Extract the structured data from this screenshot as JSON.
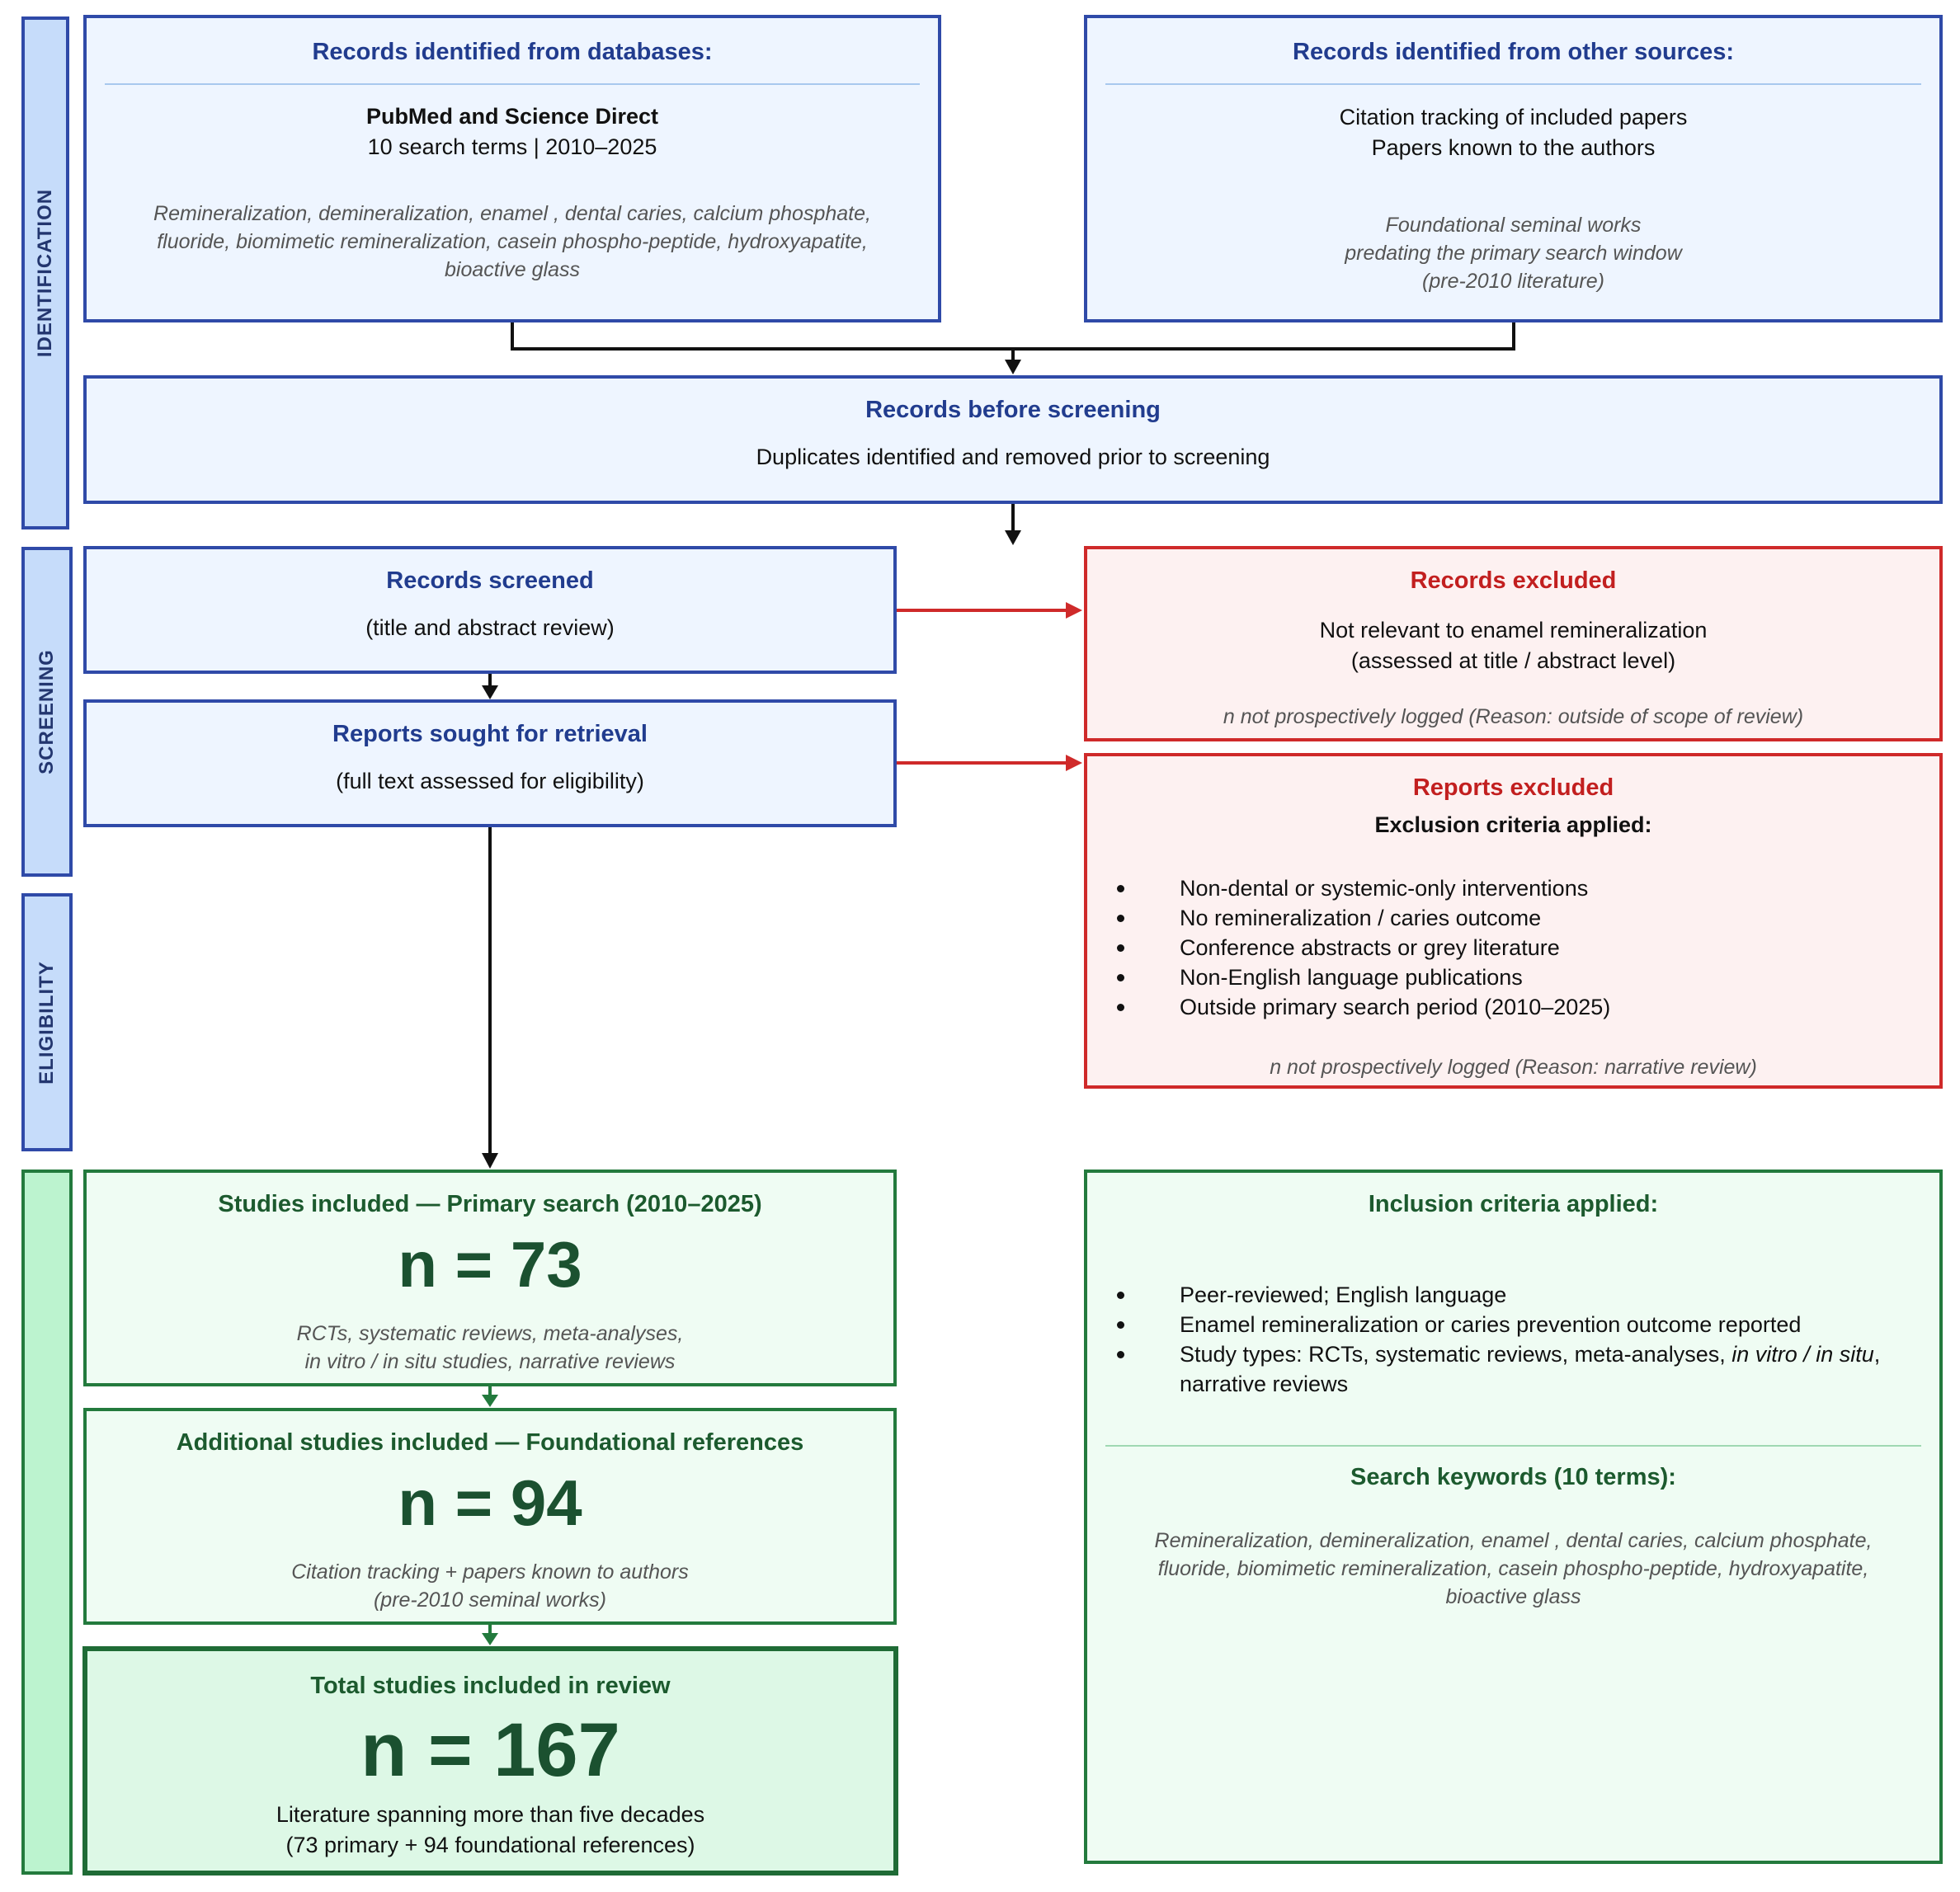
{
  "phases": {
    "identification": "IDENTIFICATION",
    "screening": "SCREENING",
    "eligibility": "ELIGIBILITY",
    "included": ""
  },
  "databases": {
    "title": "Records identified from databases:",
    "sources": "PubMed  and  Science Direct",
    "terms": "10 search terms | 2010–2025",
    "keywords": [
      "Remineralization, demineralization,  enamel , dental caries, calcium phosphate,",
      "fluoride, biomimetic remineralization, casein phospho-peptide, hydroxyapatite,",
      "bioactive glass"
    ]
  },
  "other_sources": {
    "title": "Records identified from other sources:",
    "lines": [
      "Citation tracking of included papers",
      "Papers known to the authors"
    ],
    "notes": [
      "Foundational seminal works",
      "predating the primary search window",
      "(pre-2010 literature)"
    ]
  },
  "before_screening": {
    "title": "Records before screening",
    "text": "Duplicates identified and removed prior to screening"
  },
  "screened": {
    "title": "Records screened",
    "text": "(title and abstract review)"
  },
  "records_excluded": {
    "title": "Records excluded",
    "lines": [
      "Not relevant to enamel remineralization",
      "(assessed at title / abstract level)"
    ],
    "note": "n not prospectively logged  (Reason: outside of scope of review)"
  },
  "retrieval": {
    "title": "Reports sought for retrieval",
    "text": "(full text assessed for eligibility)"
  },
  "reports_excluded": {
    "title": "Reports excluded",
    "subtitle": "Exclusion criteria applied:",
    "items": [
      "Non-dental or systemic-only interventions",
      "No remineralization / caries outcome",
      "Conference abstracts or grey literature",
      "Non-English language publications",
      "Outside primary search period (2010–2025)"
    ],
    "note": "n not prospectively logged (Reason: narrative review)"
  },
  "primary": {
    "title": "Studies included — Primary search (2010–2025)",
    "n_label": "n = 73",
    "n": 73,
    "notes": [
      "RCTs, systematic reviews, meta-analyses,",
      "in vitro / in situ studies, narrative reviews"
    ]
  },
  "additional": {
    "title": "Additional studies included — Foundational references",
    "n_label": "n = 94",
    "n": 94,
    "notes": [
      "Citation tracking + papers known to authors",
      "(pre-2010 seminal works)"
    ]
  },
  "total": {
    "title": "Total studies included in review",
    "n_label": "n = 167",
    "n": 167,
    "lines": [
      "Literature spanning more than five decades",
      "(73 primary + 94 foundational references)"
    ]
  },
  "inclusion": {
    "title": "Inclusion criteria applied:",
    "items": [
      "Peer-reviewed; English language",
      "Enamel remineralization or caries prevention outcome reported"
    ],
    "study_types_prefix": "Study types: RCTs, systematic reviews, meta-analyses, ",
    "study_types_italic": "in vitro / in situ",
    "study_types_suffix": ",",
    "study_types_line2": "narrative reviews",
    "keywords_title": "Search keywords (10 terms):",
    "keywords": [
      "Remineralization, demineralization,  enamel , dental caries, calcium phosphate,",
      "fluoride, biomimetic remineralization, casein phospho-peptide, hydroxyapatite,",
      "bioactive glass"
    ]
  },
  "colors": {
    "blue_border": "#2f4aa8",
    "blue_fill": "#eef5ff",
    "red_border": "#cf2a2a",
    "red_fill": "#fdf1f1",
    "green_border": "#237a3d",
    "green_fill": "#effcf3",
    "arrow_black": "#111111",
    "arrow_red": "#cf2a2a",
    "arrow_green": "#237a3d"
  }
}
